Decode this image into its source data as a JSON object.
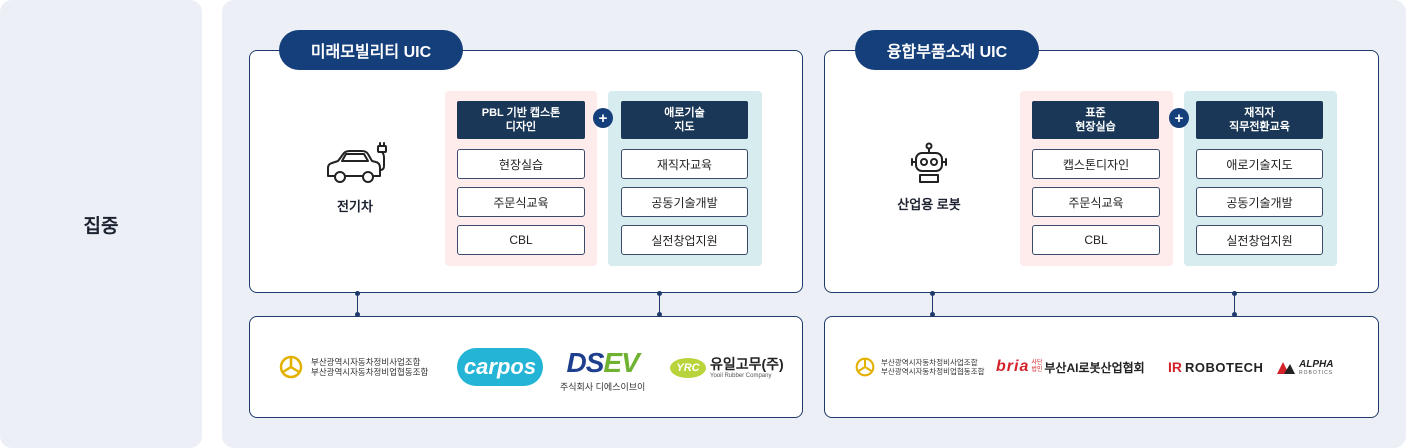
{
  "side_label": "집중",
  "uic_left": {
    "title": "미래모빌리티 UIC",
    "industry": "전기차",
    "col1_head": "PBL 기반 캡스톤\n디자인",
    "col1_items": [
      "현장실습",
      "주문식교육",
      "CBL"
    ],
    "col2_head": "애로기술\n지도",
    "col2_items": [
      "재직자교육",
      "공동기술개발",
      "실전창업지원"
    ],
    "plus": "+"
  },
  "uic_right": {
    "title": "융합부품소재 UIC",
    "industry": "산업용 로봇",
    "col1_head": "표준\n현장실습",
    "col1_items": [
      "캡스톤디자인",
      "주문식교육",
      "CBL"
    ],
    "col2_head": "재직자\n직무전환교육",
    "col2_items": [
      "애로기술지도",
      "공동기술개발",
      "실전창업지원"
    ],
    "plus": "+"
  },
  "partners_left": {
    "assoc_line1": "부산광역시자동차정비사업조합",
    "assoc_line2": "부산광역시자동차정비업협동조합",
    "carpos": "carpos",
    "dsev_ds": "DS",
    "dsev_ev": "EV",
    "dsev_sub": "주식회사 디에스이브이",
    "yrc_mark": "YRC",
    "yrc_name": "유일고무(주)",
    "yrc_sub": "Yooil Rubber Company"
  },
  "partners_right": {
    "assoc_line1": "부산광역시자동차정비사업조합",
    "assoc_line2": "부산광역시자동차정비업협동조합",
    "bria": "bria",
    "bria_tag1": "사단",
    "bria_tag2": "법인",
    "bria_name": "부산AI로봇산업협회",
    "robotech_mark": "IR",
    "robotech_name": "ROBOTECH",
    "alpha_name": "ALPHA",
    "alpha_sub": "ROBOTICS"
  },
  "colors": {
    "navy": "#153f7a",
    "header": "#1a3757",
    "pink_bg": "#fdeceb",
    "teal_bg": "#d6ecee",
    "panel_bg": "#ecf0f6"
  },
  "icons": {
    "left_industry": "electric-car-icon",
    "right_industry": "robot-icon"
  }
}
